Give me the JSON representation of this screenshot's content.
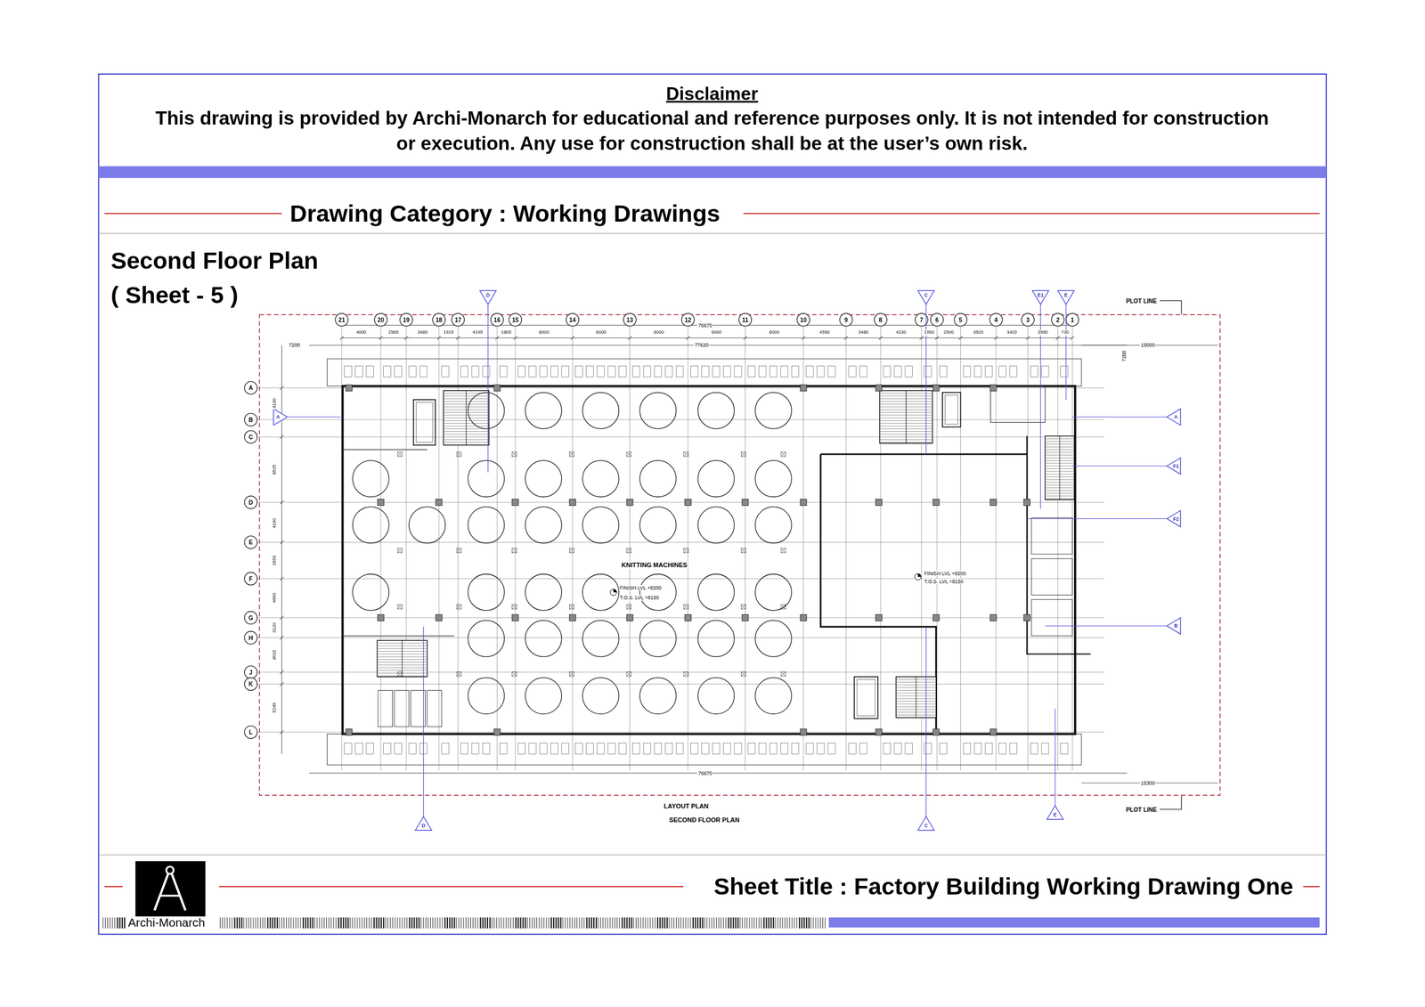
{
  "diagram": {
    "title": "Second Floor Plan",
    "nodes": [
      {
        "text": [
          "Disclaimer",
          "This drawing is provided by Archi-Monarch for educational and reference purposes only. It is not intended for construction or execution. Any use for construction shall be at the user’s own risk."
        ]
      }
    ],
    "labels": [
      "Drawing Category : Working Drawings",
      "( Sheet - 5 )",
      "Sheet Title : Factory Building Working Drawing One",
      "Archi-Monarch",
      "PLOT LINE",
      "PLOT LINE",
      "LAYOUT PLAN",
      "SECOND FLOOR PLAN",
      "KNITTING MACHINES",
      "FINISH LVL +8200",
      "T.O.S. LVL +8150",
      "FINISH LVL +8200",
      "T.O.S. LVL +8150",
      "76670",
      "77620",
      "76670",
      "7200",
      "7200",
      "15000",
      "15300",
      "21",
      "20",
      "19",
      "18",
      "17",
      "16",
      "15",
      "14",
      "13",
      "12",
      "11",
      "10",
      "9",
      "8",
      "7",
      "6",
      "5",
      "4",
      "3",
      "2",
      "1",
      "A",
      "B",
      "C",
      "D",
      "E",
      "F",
      "G",
      "H",
      "J",
      "K",
      "L",
      "4000",
      "2565",
      "3480",
      "1915",
      "4195",
      "1805",
      "6000",
      "6000",
      "6000",
      "6000",
      "6000",
      "4550",
      "3480",
      "4230",
      "1950",
      "2500",
      "3520",
      "3420",
      "3950",
      "730",
      "4130",
      "8525",
      "4130",
      "2950",
      "4660",
      "3120",
      "3615",
      "5245",
      "D",
      "C",
      "E1",
      "E",
      "D",
      "C",
      "E",
      "A",
      "F1",
      "F2",
      "B",
      "A"
    ]
  }
}
